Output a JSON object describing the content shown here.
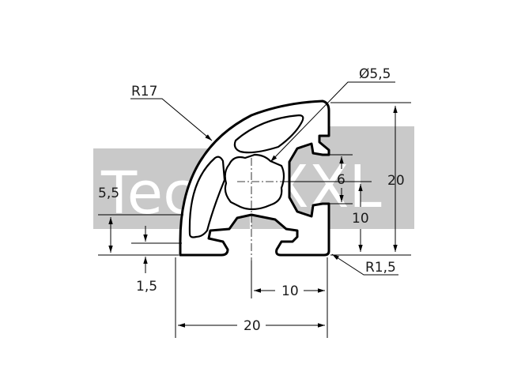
{
  "watermark": {
    "part1": "Tech",
    "part2": "XXL",
    "color": "#c9c9c9"
  },
  "dimensions": {
    "radius_large": "R17",
    "hole_diameter": "Ø5,5",
    "height_total": "20",
    "slot_width": "6",
    "center_height": "10",
    "wall_height": "5,5",
    "wall_thickness": "1,5",
    "corner_radius": "R1,5",
    "center_width": "10",
    "width_total": "20"
  }
}
